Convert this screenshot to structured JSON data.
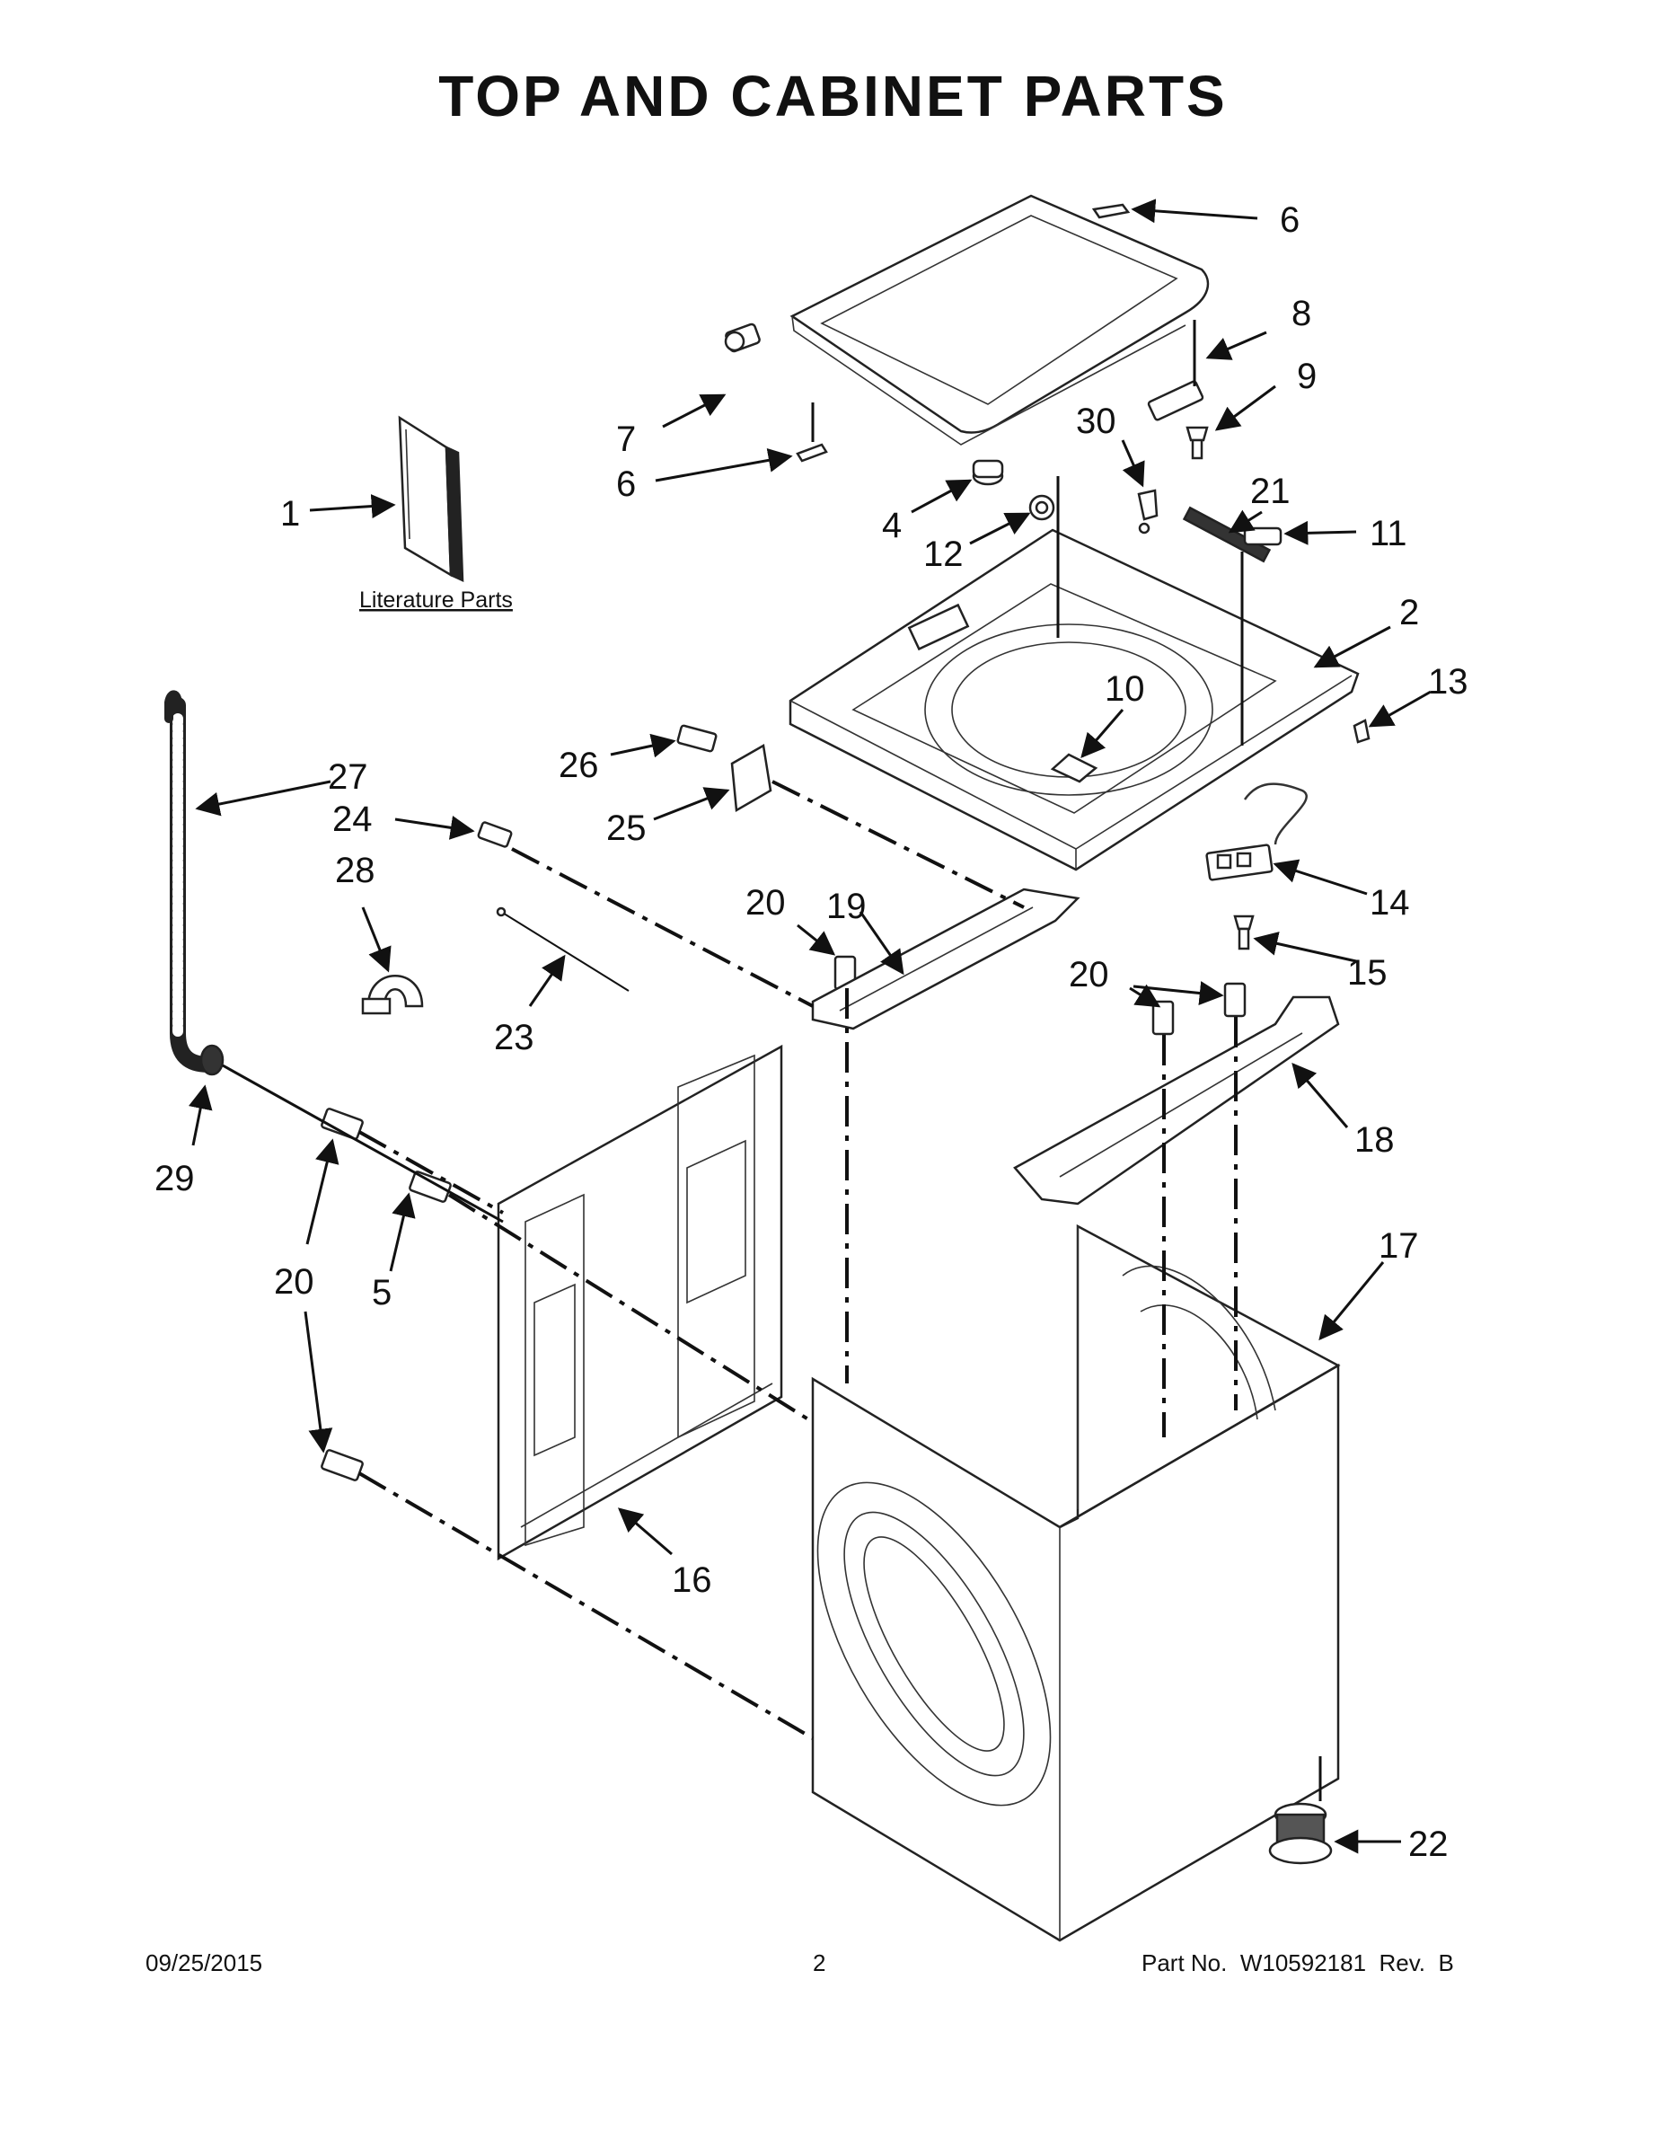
{
  "header": {
    "title": "TOP AND CABINET PARTS"
  },
  "diagram": {
    "literature_label": "Literature Parts",
    "callouts": {
      "c1": "1",
      "c2": "2",
      "c4": "4",
      "c5": "5",
      "c6a": "6",
      "c6b": "6",
      "c7": "7",
      "c8": "8",
      "c9": "9",
      "c10": "10",
      "c11": "11",
      "c12": "12",
      "c13": "13",
      "c14": "14",
      "c15": "15",
      "c16": "16",
      "c17": "17",
      "c18": "18",
      "c19": "19",
      "c20a": "20",
      "c20b": "20",
      "c20c": "20",
      "c21": "21",
      "c22": "22",
      "c23": "23",
      "c24": "24",
      "c25": "25",
      "c26": "26",
      "c27": "27",
      "c28": "28",
      "c29": "29",
      "c30": "30"
    }
  },
  "footer": {
    "date": "09/25/2015",
    "page": "2",
    "part_number": "Part No.  W10592181  Rev.  B"
  }
}
